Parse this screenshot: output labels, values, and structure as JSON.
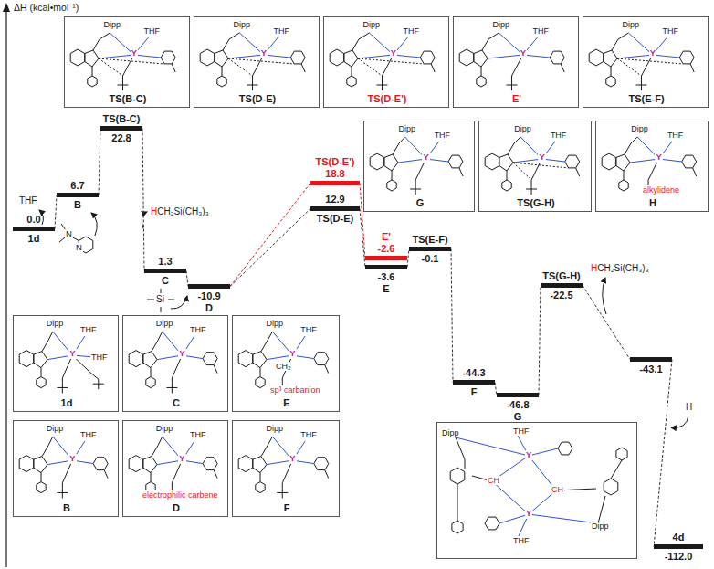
{
  "diagram": {
    "nodes": [
      {
        "text": [
          "TS(B-C)",
          "Dipp",
          "THF",
          "Y"
        ]
      },
      {
        "text": [
          "TS(D-E)",
          "Dipp",
          "THF",
          "Y"
        ]
      },
      {
        "text": [
          "TS(D-E')",
          "Dipp",
          "THF",
          "Y"
        ]
      },
      {
        "text": [
          "E'",
          "Dipp",
          "THF",
          "Y"
        ]
      },
      {
        "text": [
          "TS(E-F)",
          "Dipp",
          "THF",
          "Y"
        ]
      },
      {
        "text": [
          "G",
          "Dipp",
          "THF",
          "Y"
        ]
      },
      {
        "text": [
          "TS(G-H)",
          "Dipp",
          "THF",
          "Y"
        ]
      },
      {
        "text": [
          "H",
          "Dipp",
          "THF",
          "Y",
          "alkylidene"
        ]
      },
      {
        "text": [
          "1d",
          "Dipp",
          "THF",
          "Y",
          "THF"
        ]
      },
      {
        "text": [
          "C",
          "Dipp",
          "THF",
          "Y"
        ]
      },
      {
        "text": [
          "E",
          "Dipp",
          "THF",
          "Y",
          "CH₂",
          "sp³ carbanion"
        ]
      },
      {
        "text": [
          "B",
          "Dipp",
          "THF",
          "Y"
        ]
      },
      {
        "text": [
          "D",
          "Dipp",
          "THF",
          "Y",
          "electrophilic carbene"
        ]
      },
      {
        "text": [
          "F",
          "Dipp",
          "THF",
          "Y"
        ]
      },
      {
        "text": [
          "Dipp",
          "THF",
          "Y",
          "CH",
          "CH",
          "Y",
          "THF",
          "Dipp"
        ]
      },
      {
        "text": [
          "0.0",
          "1d"
        ]
      },
      {
        "text": [
          "6.7",
          "B"
        ]
      },
      {
        "text": [
          "TS(B-C)",
          "22.8"
        ]
      },
      {
        "text": [
          "1.3",
          "C"
        ]
      },
      {
        "text": [
          "-10.9",
          "D"
        ]
      },
      {
        "text": [
          "TS(D-E')",
          "18.8"
        ]
      },
      {
        "text": [
          "12.9",
          "TS(D-E)"
        ]
      },
      {
        "text": [
          "E'",
          "-2.6"
        ]
      },
      {
        "text": [
          "-3.6",
          "E"
        ]
      },
      {
        "text": [
          "TS(E-F)",
          "-0.1"
        ]
      },
      {
        "text": [
          "-44.3",
          "F"
        ]
      },
      {
        "text": [
          "-46.8",
          "G"
        ]
      },
      {
        "text": [
          "TS(G-H)",
          "-22.5"
        ]
      },
      {
        "text": [
          "-43.1"
        ]
      },
      {
        "text": [
          "4d",
          "-112.0"
        ]
      }
    ],
    "edges": [
      {
        "from": 15,
        "to": 16,
        "arrow": "none"
      },
      {
        "from": 16,
        "to": 17,
        "arrow": "none"
      },
      {
        "from": 17,
        "to": 18,
        "arrow": "none"
      },
      {
        "from": 18,
        "to": 19,
        "arrow": "none"
      },
      {
        "from": 19,
        "to": 21,
        "arrow": "none"
      },
      {
        "from": 19,
        "to": 20,
        "arrow": "none"
      },
      {
        "from": 21,
        "to": 23,
        "arrow": "none"
      },
      {
        "from": 20,
        "to": 22,
        "arrow": "none"
      },
      {
        "from": 23,
        "to": 24,
        "arrow": "none"
      },
      {
        "from": 24,
        "to": 25,
        "arrow": "none"
      },
      {
        "from": 25,
        "to": 26,
        "arrow": "none"
      },
      {
        "from": 26,
        "to": 27,
        "arrow": "none"
      },
      {
        "from": 27,
        "to": 28,
        "arrow": "none"
      },
      {
        "from": 28,
        "to": 29,
        "arrow": "none"
      }
    ],
    "labels": [
      "ΔH (kcal•mol⁻¹)",
      "THF",
      "HCH₂Si(CH₃)₃",
      "Si",
      "HCH₂Si(CH₃)₃",
      "H",
      "N",
      "N"
    ]
  }
}
